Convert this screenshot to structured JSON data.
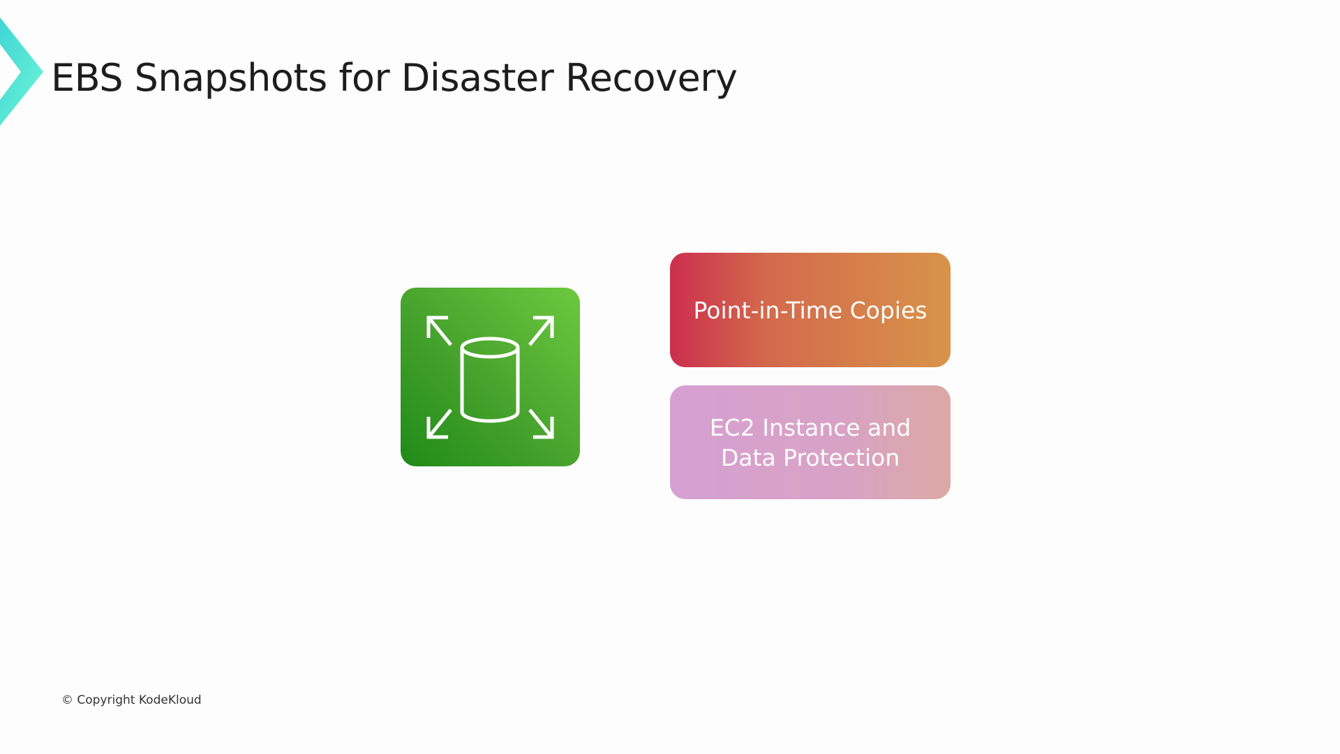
{
  "slide": {
    "title": "EBS Snapshots for Disaster Recovery",
    "copyright": "© Copyright KodeKloud"
  },
  "icon": {
    "name": "ebs-volume-icon",
    "color": "#3f9e2a"
  },
  "cards": [
    {
      "label": "Point-in-Time Copies"
    },
    {
      "label_line1": "EC2 Instance and",
      "label_line2": "Data Protection"
    }
  ],
  "colors": {
    "accent": "#4fe3d0",
    "card1_start": "#cc2f4e",
    "card1_end": "#d8944a",
    "card2": "#d6a0d2"
  }
}
